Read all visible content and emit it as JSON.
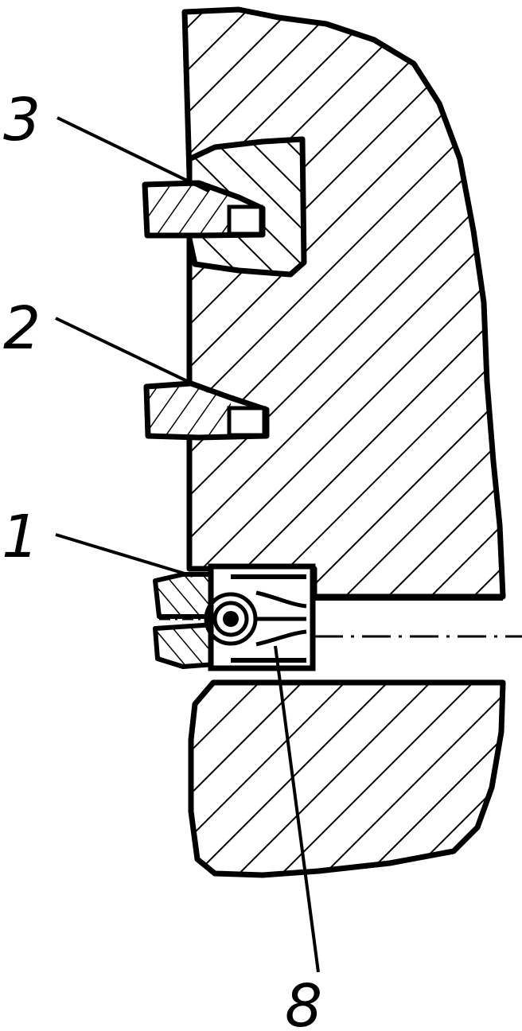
{
  "figure": {
    "callouts": [
      {
        "id": "3",
        "label": "3"
      },
      {
        "id": "2",
        "label": "2"
      },
      {
        "id": "1",
        "label": "1"
      },
      {
        "id": "8",
        "label": "8"
      }
    ]
  },
  "colors": {
    "ink": "#000000",
    "paper": "#ffffff"
  }
}
